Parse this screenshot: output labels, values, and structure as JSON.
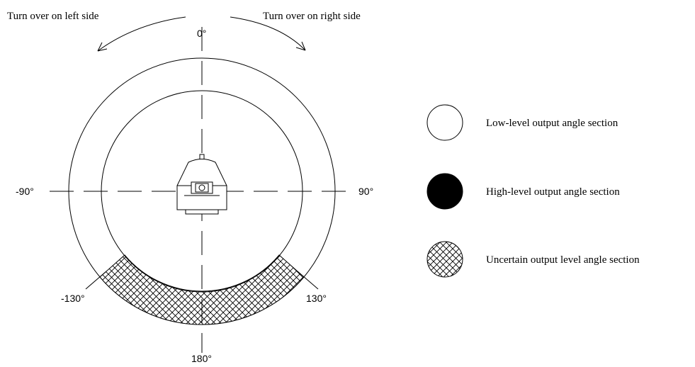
{
  "rotation": {
    "left_label": "Turn over on left side",
    "right_label": "Turn over on right side"
  },
  "angles": {
    "top": "0°",
    "left": "-90°",
    "right": "90°",
    "bottom": "180°",
    "lower_left": "-130°",
    "lower_right": "130°"
  },
  "legend": {
    "low": "Low-level output angle section",
    "high": "High-level output angle section",
    "uncertain": "Uncertain output level angle section"
  },
  "colors": {
    "stroke": "#000000",
    "low_fill": "#ffffff",
    "high_fill": "#000000"
  }
}
